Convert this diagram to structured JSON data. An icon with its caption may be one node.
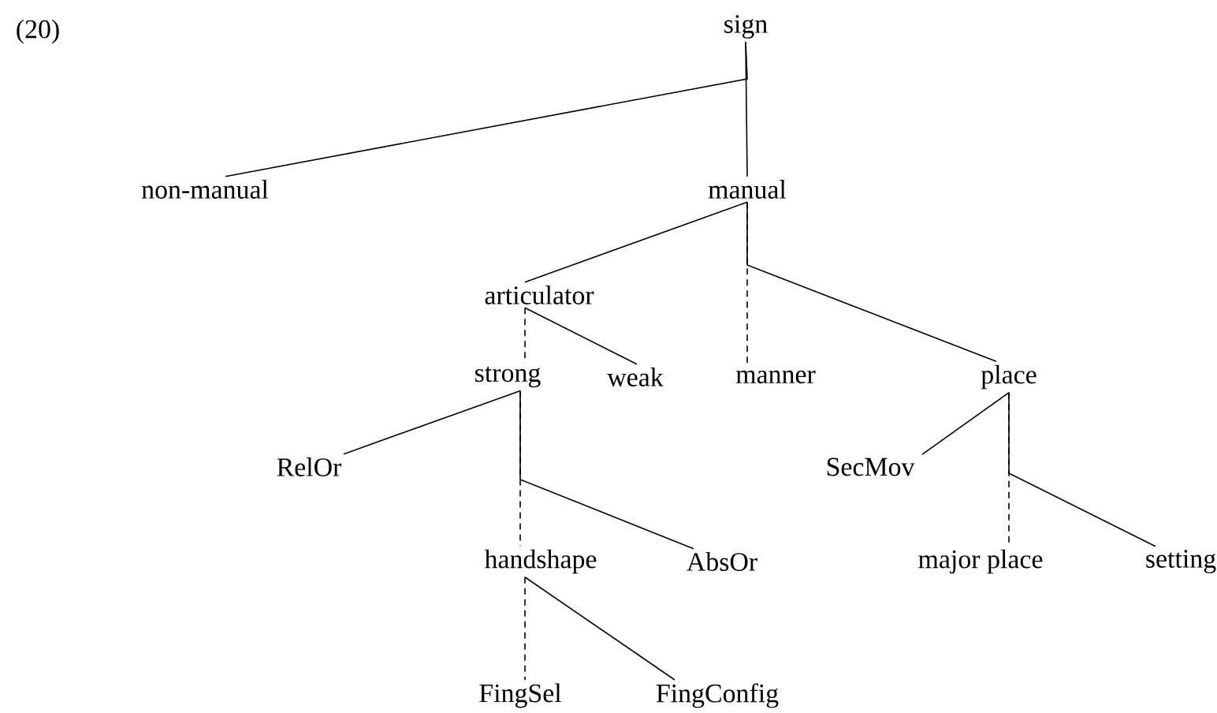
{
  "diagram": {
    "nodes": [
      {
        "text": [
          "sign"
        ]
      },
      {
        "text": [
          "non-manual"
        ]
      },
      {
        "text": [
          "manual"
        ]
      },
      {
        "text": [
          "articulator"
        ]
      },
      {
        "text": [
          "strong"
        ]
      },
      {
        "text": [
          "weak"
        ]
      },
      {
        "text": [
          "manner"
        ]
      },
      {
        "text": [
          "place"
        ]
      },
      {
        "text": [
          "RelOr"
        ]
      },
      {
        "text": [
          "handshape"
        ]
      },
      {
        "text": [
          "AbsOr"
        ]
      },
      {
        "text": [
          "SecMov"
        ]
      },
      {
        "text": [
          "major place"
        ]
      },
      {
        "text": [
          "setting"
        ]
      },
      {
        "text": [
          "FingSel"
        ]
      },
      {
        "text": [
          "FingConfig"
        ]
      }
    ],
    "edges": [
      {
        "from": 0,
        "to": 2,
        "arrow": "none"
      },
      {
        "from": 0,
        "to": 1,
        "arrow": "none"
      },
      {
        "from": 2,
        "to": 3,
        "arrow": "none"
      },
      {
        "from": 2,
        "to": 6,
        "arrow": "none",
        "style": "dashed"
      },
      {
        "from": 2,
        "to": 7,
        "arrow": "none"
      },
      {
        "from": 3,
        "to": 4,
        "arrow": "none",
        "style": "dashed"
      },
      {
        "from": 3,
        "to": 5,
        "arrow": "none"
      },
      {
        "from": 4,
        "to": 8,
        "arrow": "none"
      },
      {
        "from": 4,
        "to": 9,
        "arrow": "none",
        "style": "dashed"
      },
      {
        "from": 4,
        "to": 10,
        "arrow": "none"
      },
      {
        "from": 7,
        "to": 11,
        "arrow": "none"
      },
      {
        "from": 7,
        "to": 12,
        "arrow": "none",
        "style": "dashed"
      },
      {
        "from": 7,
        "to": 13,
        "arrow": "none"
      },
      {
        "from": 9,
        "to": 14,
        "arrow": "none",
        "style": "dashed"
      },
      {
        "from": 9,
        "to": 15,
        "arrow": "none"
      }
    ],
    "labels": [
      "(20)"
    ]
  }
}
